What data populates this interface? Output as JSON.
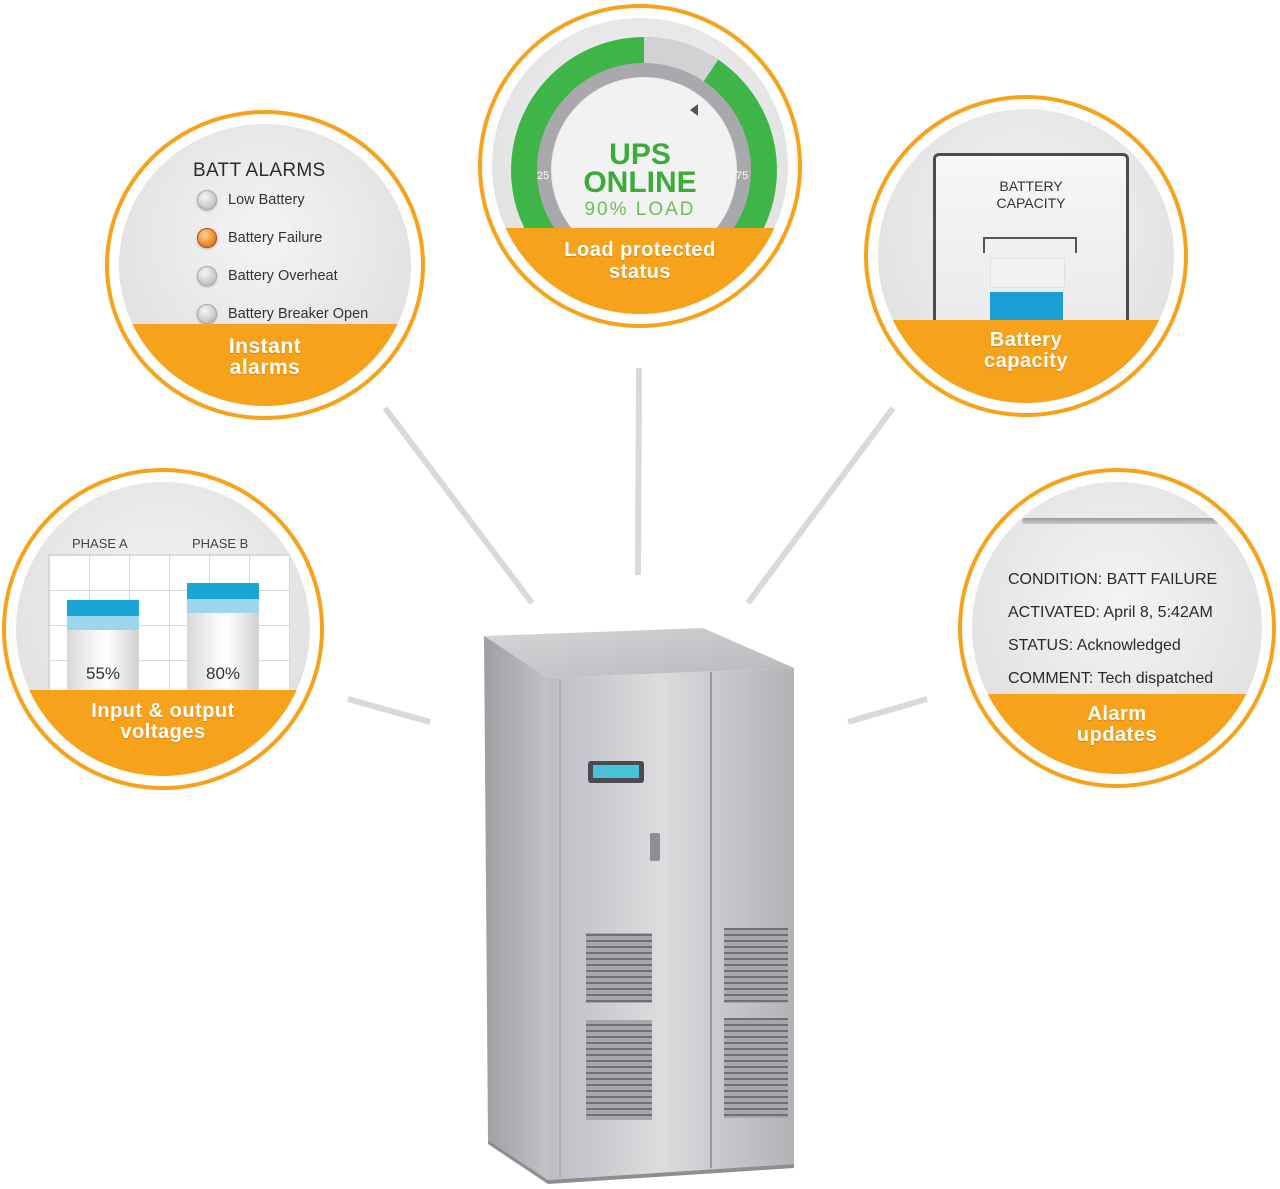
{
  "alarms": {
    "title": "BATT ALARMS",
    "items": [
      {
        "label": "Low Battery",
        "active": false
      },
      {
        "label": "Battery Failure",
        "active": true
      },
      {
        "label": "Battery Overheat",
        "active": false
      },
      {
        "label": "Battery Breaker Open",
        "active": false
      }
    ],
    "caption_line1": "Instant",
    "caption_line2": "alarms"
  },
  "load": {
    "line1": "UPS",
    "line2": "ONLINE",
    "line3": "90% LOAD",
    "tick_low": "25",
    "tick_high": "75",
    "load_percent": 90,
    "caption_line1": "Load protected",
    "caption_line2": "status"
  },
  "battery": {
    "title_line1": "BATTERY",
    "title_line2": "CAPACITY",
    "filled_segments": 2,
    "total_segments": 3,
    "caption_line1": "Battery",
    "caption_line2": "capacity"
  },
  "voltages": {
    "phases": [
      {
        "label": "PHASE A",
        "value": "55%",
        "level": 0.55
      },
      {
        "label": "PHASE B",
        "value": "80%",
        "level": 0.8
      }
    ],
    "caption_line1": "Input & output",
    "caption_line2": "voltages"
  },
  "updates": {
    "condition": "CONDITION: BATT FAILURE",
    "activated": "ACTIVATED: April 8, 5:42AM",
    "status": "STATUS: Acknowledged",
    "comment": "COMMENT: Tech dispatched",
    "caption_line1": "Alarm",
    "caption_line2": "updates"
  },
  "colors": {
    "accent_orange": "#f7a21b",
    "gauge_green": "#3dab3a",
    "battery_blue": "#19a6d4"
  }
}
